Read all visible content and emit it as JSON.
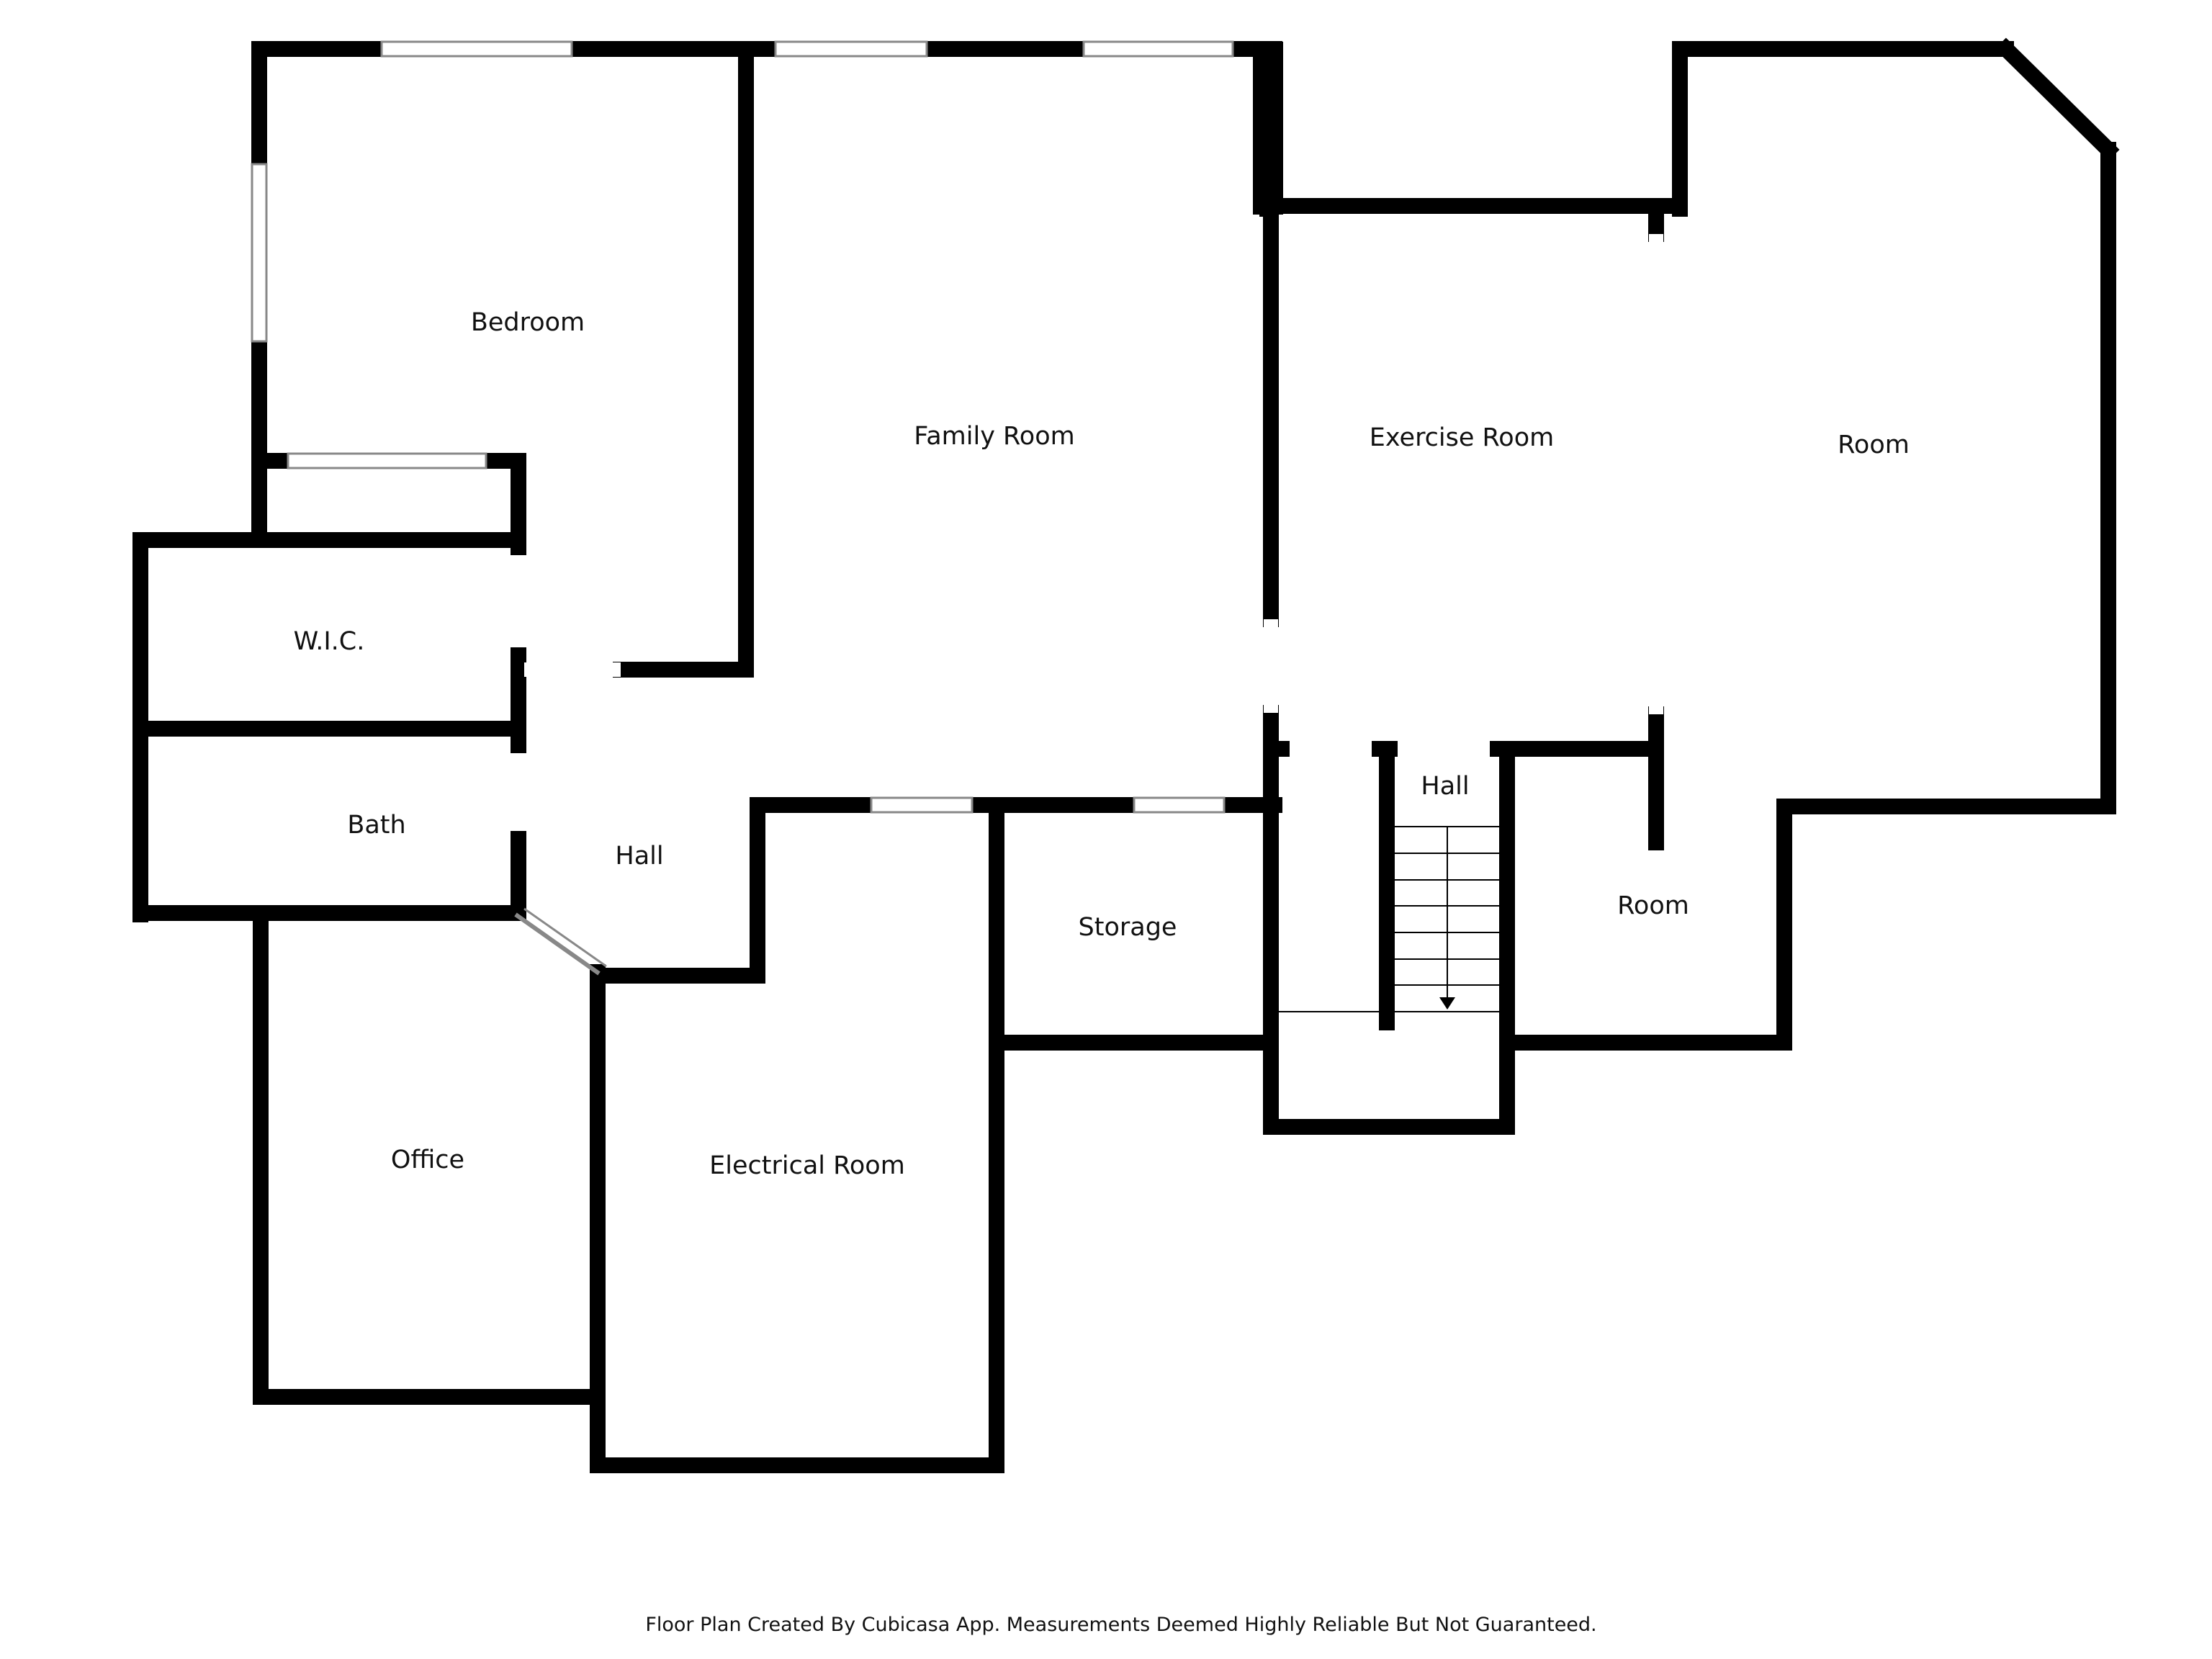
{
  "colors": {
    "wall": "#000000",
    "background": "#ffffff",
    "window_stroke": "#888888",
    "text": "#111111"
  },
  "rooms": [
    {
      "id": "bedroom",
      "label": "Bedroom"
    },
    {
      "id": "family",
      "label": "Family Room"
    },
    {
      "id": "exercise",
      "label": "Exercise Room"
    },
    {
      "id": "room-large",
      "label": "Room"
    },
    {
      "id": "wic",
      "label": "W.I.C."
    },
    {
      "id": "bath",
      "label": "Bath"
    },
    {
      "id": "hall-west",
      "label": "Hall"
    },
    {
      "id": "hall-stair",
      "label": "Hall"
    },
    {
      "id": "storage",
      "label": "Storage"
    },
    {
      "id": "room-small",
      "label": "Room"
    },
    {
      "id": "office",
      "label": "Office"
    },
    {
      "id": "electrical",
      "label": "Electrical Room"
    }
  ],
  "footer": {
    "note": "Floor Plan Created By Cubicasa App. Measurements Deemed Highly Reliable But Not Guaranteed."
  }
}
